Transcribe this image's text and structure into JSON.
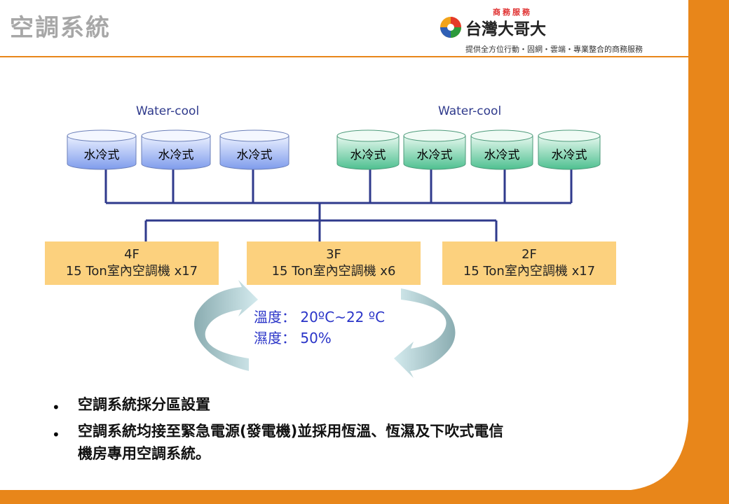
{
  "header": {
    "title": "空調系統",
    "brand_tag": "商務服務",
    "brand_name": "台灣大哥大",
    "brand_slogan": "提供全方位行動・固網・雲端・專業整合的商務服務"
  },
  "diagram": {
    "group_left_label": "Water-cool",
    "group_right_label": "Water-cool",
    "tanks": [
      "水冷式",
      "水冷式",
      "水冷式",
      "水冷式",
      "水冷式",
      "水冷式",
      "水冷式"
    ],
    "floors": [
      {
        "floor": "4F",
        "desc": "15 Ton室內空調機 x17"
      },
      {
        "floor": "3F",
        "desc": "15 Ton室內空調機 x6"
      },
      {
        "floor": "2F",
        "desc": "15 Ton室內空調機 x17"
      }
    ],
    "temperature": "溫度： 20ºC~22 ºC",
    "humidity": "濕度： 50%"
  },
  "bullets": [
    "空調系統採分區設置",
    "空調系統均接至緊急電源(發電機)並採用恆溫、恆濕及下吹式電信",
    "機房專用空調系統。"
  ],
  "colors": {
    "accent_orange": "#e8861a",
    "tank_blue": "#8fa8ee",
    "tank_green": "#5cc79c",
    "pipe": "#2f3a8c",
    "floor_box": "#fcd17e"
  }
}
